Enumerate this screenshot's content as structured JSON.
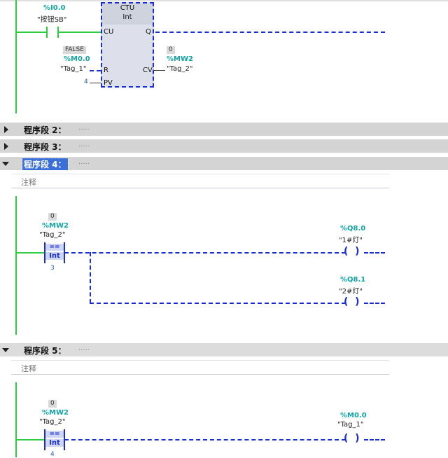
{
  "network1": {
    "contact_address": "%I0.0",
    "contact_tag": "\"按钮SB\"",
    "ctu_title": "CTU",
    "ctu_type": "Int",
    "pin_cu": "CU",
    "pin_q": "Q",
    "pin_r": "R",
    "pin_cv": "CV",
    "pin_pv": "PV",
    "r_value": "FALSE",
    "r_address": "%M0.0",
    "r_tag": "\"Tag_1\"",
    "pv_value": "4",
    "cv_value": "0",
    "cv_address": "%MW2",
    "cv_tag": "\"Tag_2\""
  },
  "networks": [
    {
      "title": "程序段 2：",
      "dots": "....."
    },
    {
      "title": "程序段 3：",
      "dots": "....."
    },
    {
      "title": "程序段 4：",
      "dots": "....."
    },
    {
      "title": "程序段 5：",
      "dots": "....."
    }
  ],
  "comment_label": "注释",
  "network4": {
    "cmp_value": "0",
    "cmp_address": "%MW2",
    "cmp_tag": "\"Tag_2\"",
    "cmp_op": "==",
    "cmp_type": "Int",
    "cmp_const": "3",
    "coil1_address": "%Q8.0",
    "coil1_tag": "\"1#灯\"",
    "coil2_address": "%Q8.1",
    "coil2_tag": "\"2#灯\""
  },
  "network5": {
    "cmp_value": "0",
    "cmp_address": "%MW2",
    "cmp_tag": "\"Tag_2\"",
    "cmp_op": "==",
    "cmp_type": "Int",
    "cmp_const": "4",
    "coil_address": "%M0.0",
    "coil_tag": "\"Tag_1\""
  }
}
